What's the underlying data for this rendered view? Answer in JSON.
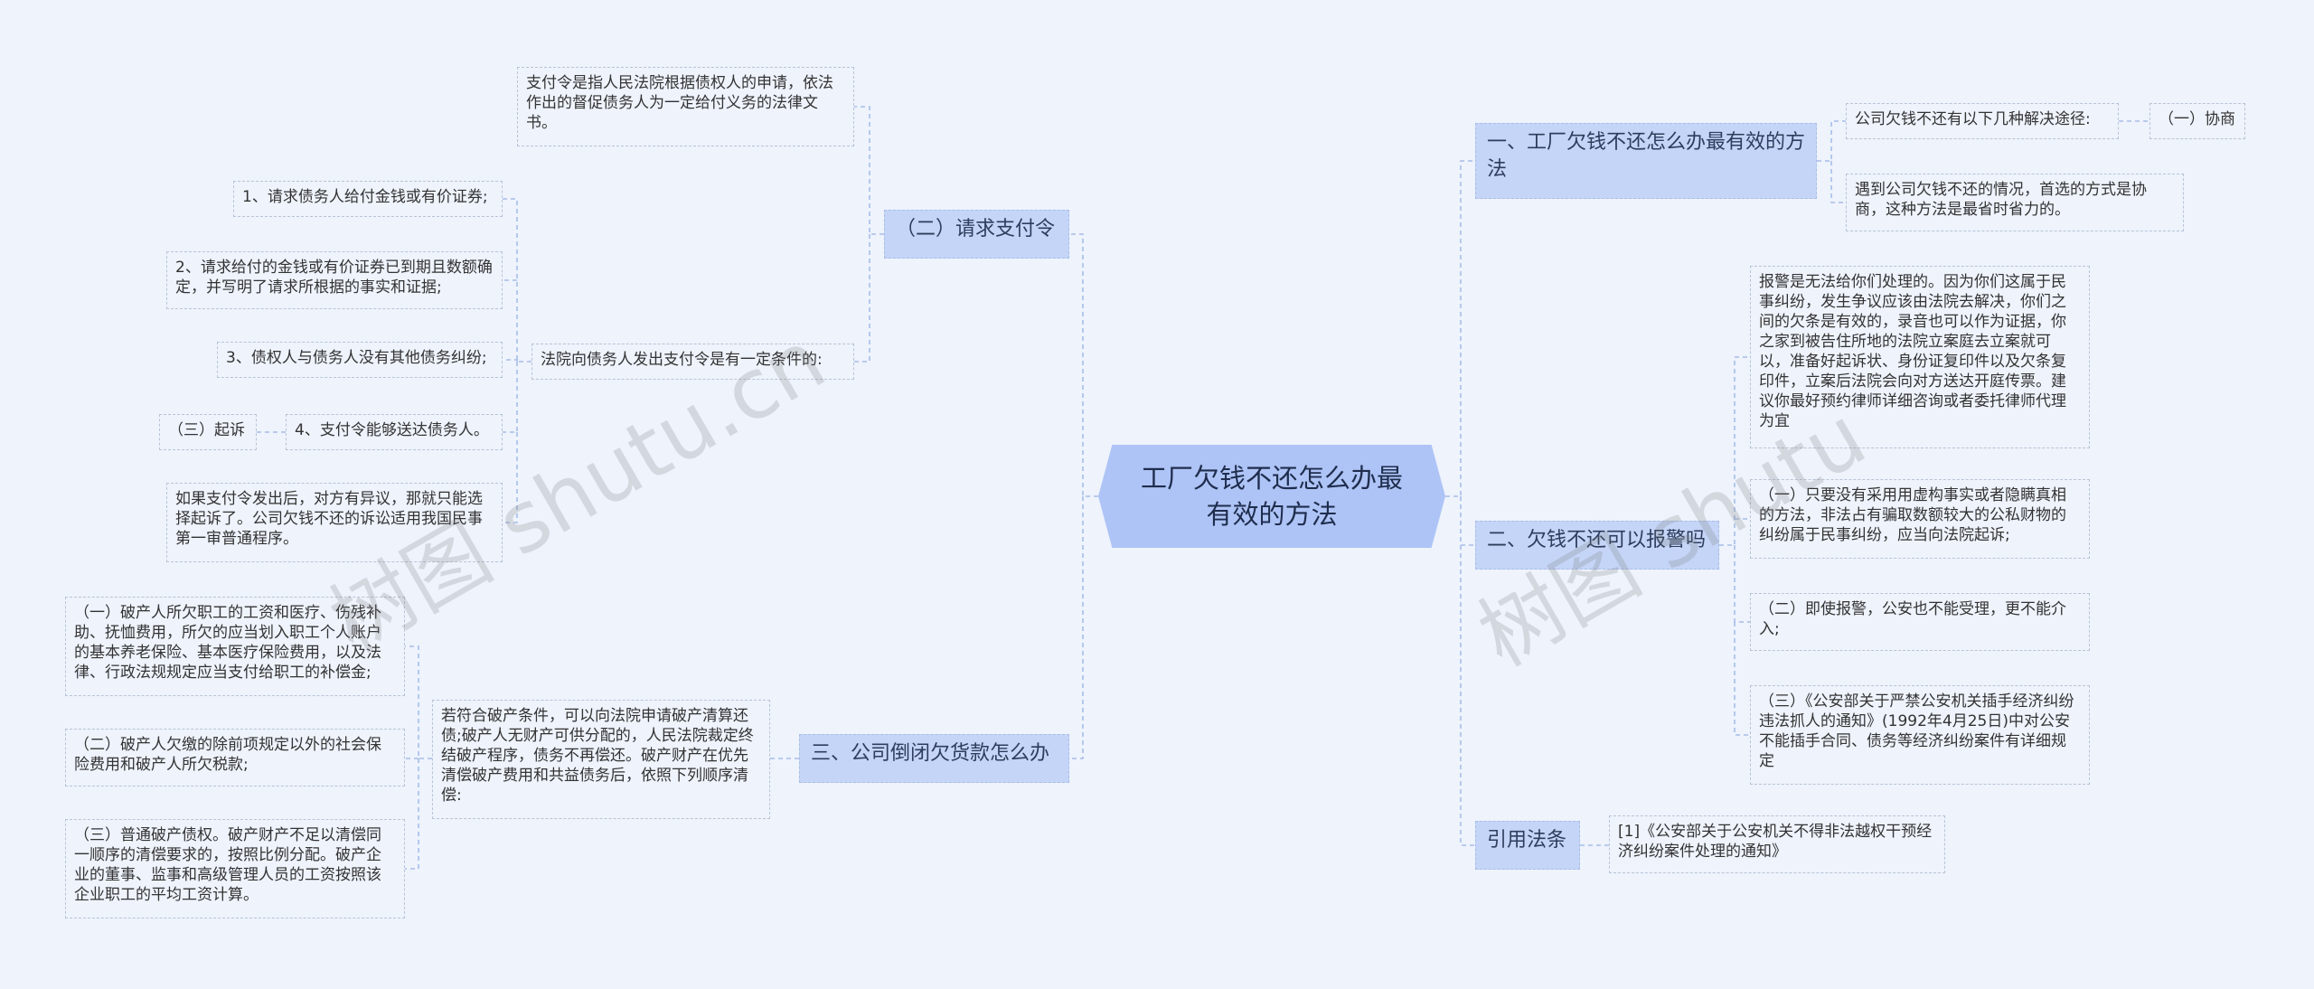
{
  "root": "工厂欠钱不还怎么办最有效的方法",
  "watermark": "树图 shutu.cn",
  "watermark2": "树图 shutu",
  "left": {
    "b1": {
      "label": "（二）请求支付令",
      "definition": "支付令是指人民法院根据债权人的申请，依法作出的督促债务人为一定给付义务的法律文书。",
      "conditions_label": "法院向债务人发出支付令是有一定条件的:",
      "conditions": [
        "1、请求债务人给付金钱或有价证券;",
        "2、请求给付的金钱或有价证券已到期且数额确定，并写明了请求所根据的事实和证据;",
        "3、债权人与债务人没有其他债务纠纷;",
        "4、支付令能够送达债务人。"
      ],
      "sue_label": "（三）起诉",
      "objection": "如果支付令发出后，对方有异议，那就只能选择起诉了。公司欠钱不还的诉讼适用我国民事第一审普通程序。"
    },
    "b3": {
      "label": "三、公司倒闭欠货款怎么办",
      "intro": "若符合破产条件，可以向法院申请破产清算还债;破产人无财产可供分配的，人民法院裁定终结破产程序，债务不再偿还。破产财产在优先清偿破产费用和共益债务后，依照下列顺序清偿:",
      "orders": [
        "（一）破产人所欠职工的工资和医疗、伤残补助、抚恤费用，所欠的应当划入职工个人账户的基本养老保险、基本医疗保险费用，以及法律、行政法规规定应当支付给职工的补偿金;",
        "（二）破产人欠缴的除前项规定以外的社会保险费用和破产人所欠税款;",
        "（三）普通破产债权。破产财产不足以清偿同一顺序的清偿要求的，按照比例分配。破产企业的董事、监事和高级管理人员的工资按照该企业职工的平均工资计算。"
      ]
    }
  },
  "right": {
    "b1": {
      "label": "一、工厂欠钱不还怎么办最有效的方法",
      "ways": "公司欠钱不还有以下几种解决途径:",
      "negotiate": "（一）协商",
      "prefer": "遇到公司欠钱不还的情况，首选的方式是协商，这种方法是最省时省力的。"
    },
    "b2": {
      "label": "二、欠钱不还可以报警吗",
      "items": [
        "报警是无法给你们处理的。因为你们这属于民事纠纷，发生争议应该由法院去解决，你们之间的欠条是有效的，录音也可以作为证据，你之家到被告住所地的法院立案庭去立案就可以，准备好起诉状、身份证复印件以及欠条复印件，立案后法院会向对方送达开庭传票。建议你最好预约律师详细咨询或者委托律师代理为宜",
        "（一）只要没有采用用虚构事实或者隐瞒真相的方法，非法占有骗取数额较大的公私财物的纠纷属于民事纠纷，应当向法院起诉;",
        "（二）即使报警，公安也不能受理，更不能介入;",
        "（三）《公安部关于严禁公安机关插手经济纠纷违法抓人的通知》(1992年4月25日)中对公安不能插手合同、债务等经济纠纷案件有详细规定"
      ]
    },
    "b3": {
      "label": "引用法条",
      "ref": "[1]《公安部关于公安机关不得非法越权干预经济纠纷案件处理的通知》"
    }
  },
  "colors": {
    "background": "#eef3fc",
    "root_fill": "#aec4f6",
    "topic_fill": "#c5d5f7",
    "line": "#a9bde8"
  }
}
